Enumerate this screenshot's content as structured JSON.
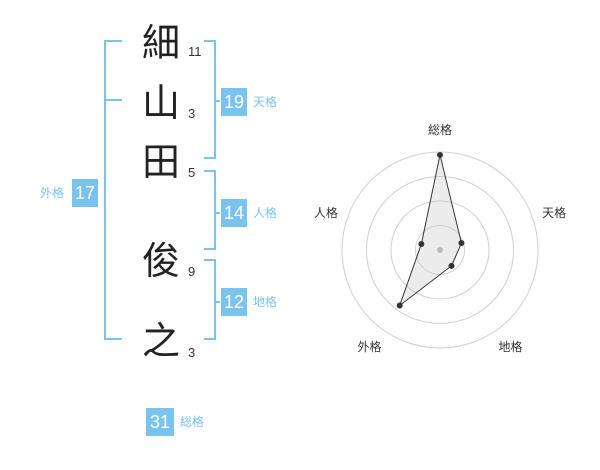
{
  "name": {
    "characters": [
      {
        "char": "細",
        "strokes": "11"
      },
      {
        "char": "山",
        "strokes": "3"
      },
      {
        "char": "田",
        "strokes": "5"
      },
      {
        "char": "俊",
        "strokes": "9"
      },
      {
        "char": "之",
        "strokes": "3"
      }
    ]
  },
  "fortunes": {
    "tenkaku": {
      "value": "19",
      "label": "天格"
    },
    "jinkaku": {
      "value": "14",
      "label": "人格"
    },
    "chikaku": {
      "value": "12",
      "label": "地格"
    },
    "gaikaku": {
      "value": "17",
      "label": "外格"
    },
    "soukaku": {
      "value": "31",
      "label": "総格"
    }
  },
  "colors": {
    "accent": "#79c3ee",
    "text": "#222222"
  },
  "chart_data": {
    "type": "radar",
    "axes": [
      "総格",
      "天格",
      "地格",
      "外格",
      "人格"
    ],
    "values": [
      0.97,
      0.23,
      0.2,
      0.7,
      0.2
    ],
    "rings": 4,
    "range": [
      0,
      1
    ]
  }
}
